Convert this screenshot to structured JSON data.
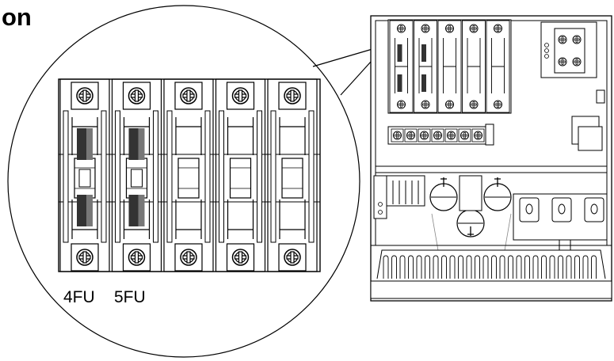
{
  "title_fragment": "on",
  "fuse_labels": [
    "4FU",
    "5FU"
  ],
  "zoom_fuses": [
    {
      "fuse_installed": true
    },
    {
      "fuse_installed": true
    },
    {
      "fuse_installed": false
    },
    {
      "fuse_installed": false
    },
    {
      "fuse_installed": false
    }
  ],
  "colors": {
    "line": "#000000",
    "fuse_dark": "#333333",
    "fuse_mid": "#777777",
    "background": "#ffffff"
  }
}
